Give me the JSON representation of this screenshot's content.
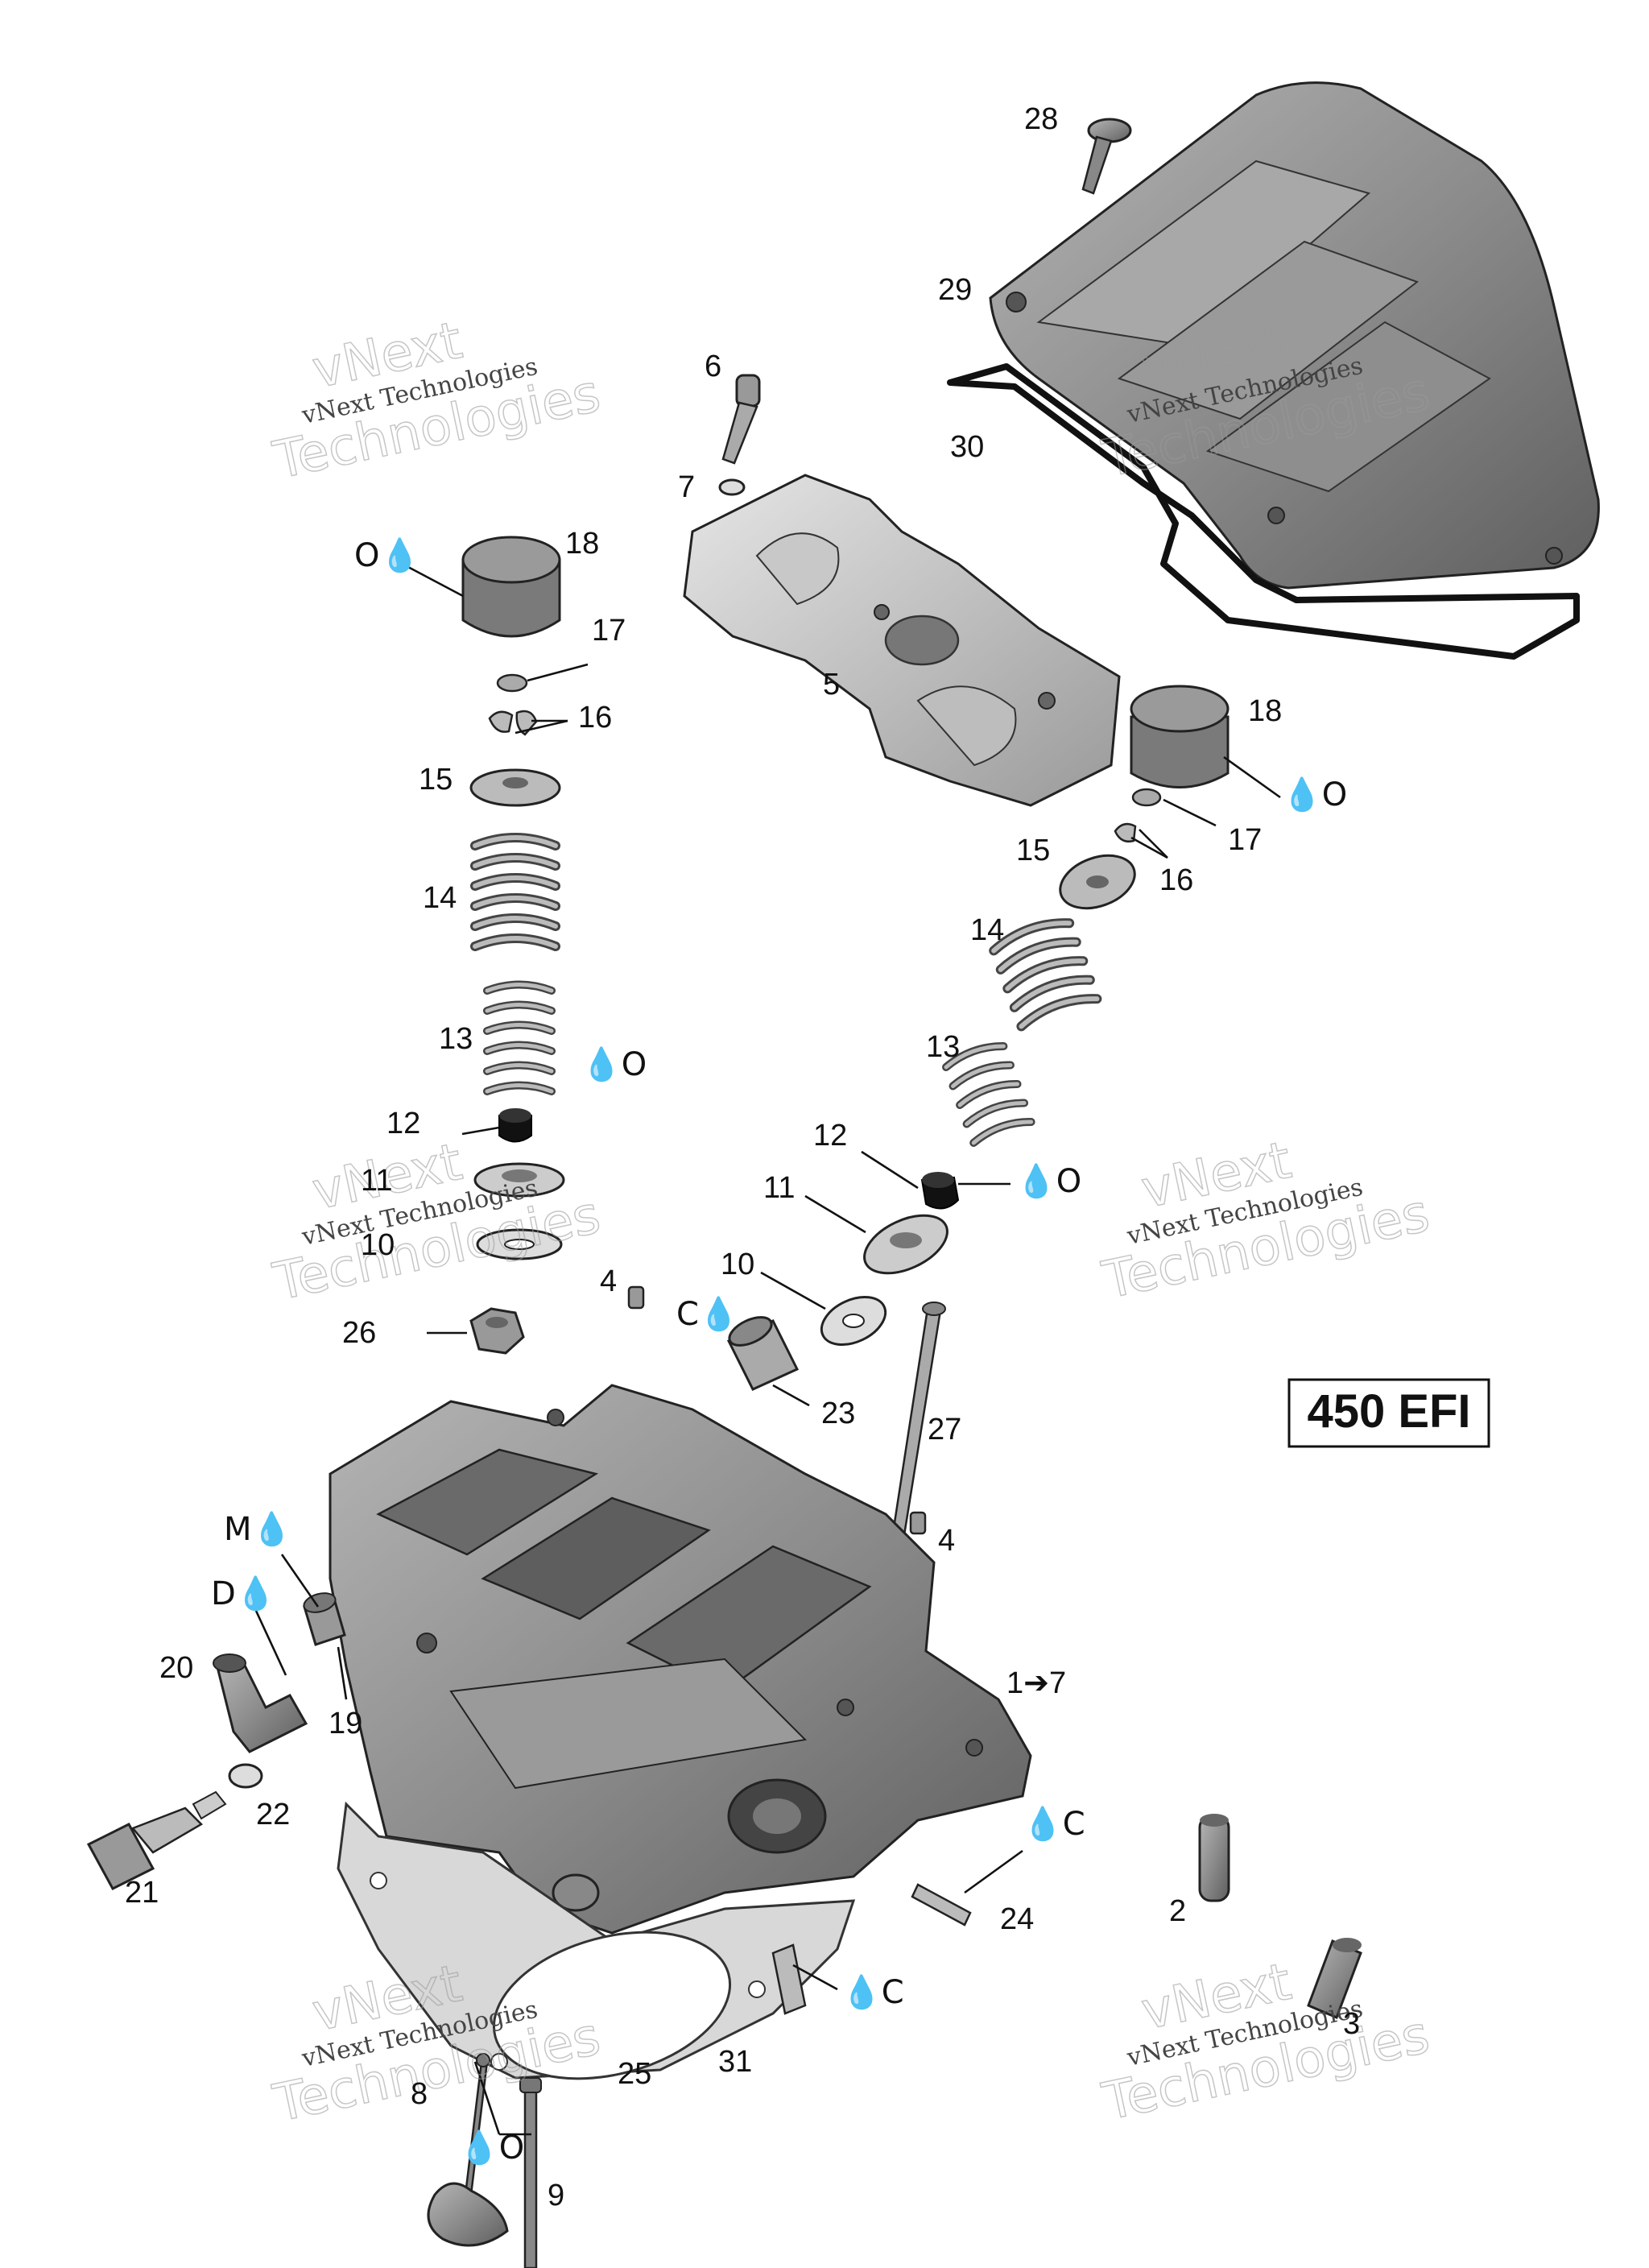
{
  "model_badge": "450 EFI",
  "watermark": {
    "line1": "vNext Technologies",
    "line2": "Technologies",
    "line3": "vNext"
  },
  "callouts": {
    "c1": "1➔7",
    "c2": "2",
    "c3": "3",
    "c4a": "4",
    "c4b": "4",
    "c5": "5",
    "c6": "6",
    "c7": "7",
    "c8": "8",
    "c9": "9",
    "c10a": "10",
    "c10b": "10",
    "c11a": "11",
    "c11b": "11",
    "c12a": "12",
    "c12b": "12",
    "c13a": "13",
    "c13b": "13",
    "c14a": "14",
    "c14b": "14",
    "c15a": "15",
    "c15b": "15",
    "c16a": "16",
    "c16b": "16",
    "c17a": "17",
    "c17b": "17",
    "c18a": "18",
    "c18b": "18",
    "c19": "19",
    "c20": "20",
    "c21": "21",
    "c22": "22",
    "c23": "23",
    "c24": "24",
    "c25": "25",
    "c26": "26",
    "c27": "27",
    "c28": "28",
    "c29": "29",
    "c30": "30",
    "c31": "31"
  },
  "lubricants": {
    "o1": "O💧",
    "o2": "💧O",
    "o3": "💧O",
    "o4": "💧O",
    "o5": "💧O",
    "c1": "C💧",
    "c2": "💧C",
    "c3": "💧C",
    "m1": "M💧",
    "d1": "D💧"
  },
  "colors": {
    "part_fill": "#8a8a8a",
    "part_dark": "#5a5a5a",
    "part_light": "#b9b9b9",
    "ink": "#111111"
  }
}
